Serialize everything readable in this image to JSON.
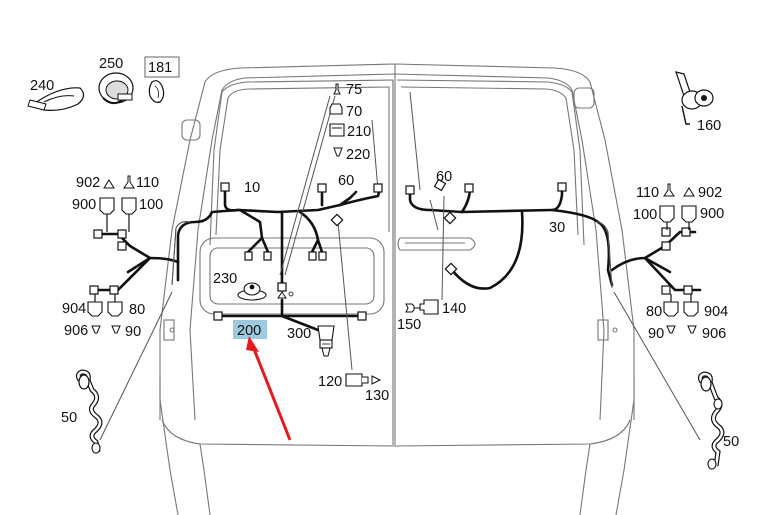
{
  "labels": {
    "p240": "240",
    "p250": "250",
    "p181": "181",
    "p160": "160",
    "p75": "75",
    "p70": "70",
    "p210": "210",
    "p220": "220",
    "p10": "10",
    "p60_left": "60",
    "p60_right": "60",
    "p30": "30",
    "p902_left": "902",
    "p110_left": "110",
    "p900_left": "900",
    "p100_left": "100",
    "p110_right": "110",
    "p902_right": "902",
    "p100_right": "100",
    "p900_right": "900",
    "p230": "230",
    "p200": "200",
    "p300": "300",
    "p904_left": "904",
    "p80_left": "80",
    "p906_left": "906",
    "p90_left": "90",
    "p80_right": "80",
    "p904_right": "904",
    "p90_right": "90",
    "p906_right": "906",
    "p140": "140",
    "p150": "150",
    "p120": "120",
    "p130": "130",
    "p50_left": "50",
    "p50_right": "50"
  },
  "highlight": {
    "color": "#9ecae1"
  },
  "pointer": {
    "color": "#e8191c"
  }
}
